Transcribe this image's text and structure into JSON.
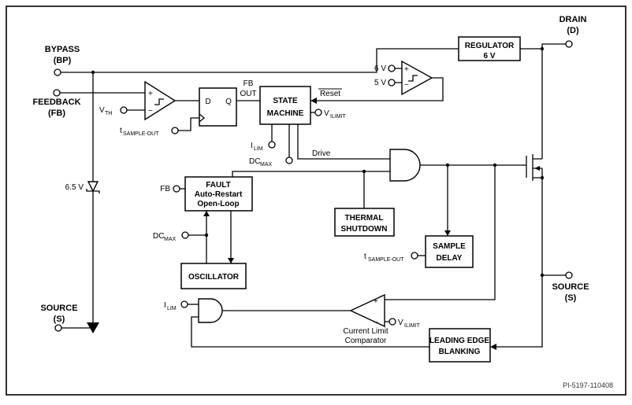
{
  "figure": {
    "part_number": "PI-5197-110408"
  },
  "pins": {
    "bypass_1": "BYPASS",
    "bypass_2": "(BP)",
    "feedback_1": "FEEDBACK",
    "feedback_2": "(FB)",
    "drain_1": "DRAIN",
    "drain_2": "(D)",
    "source_right_1": "SOURCE",
    "source_right_2": "(S)",
    "source_bottom_1": "SOURCE",
    "source_bottom_2": "(S)"
  },
  "blocks": {
    "regulator_1": "REGULATOR",
    "regulator_2": "6 V",
    "state_machine_1": "STATE",
    "state_machine_2": "MACHINE",
    "fault_1": "FAULT",
    "fault_2": "Auto-Restart",
    "fault_3": "Open-Loop",
    "oscillator": "OSCILLATOR",
    "thermal_1": "THERMAL",
    "thermal_2": "SHUTDOWN",
    "sample_delay_1": "SAMPLE",
    "sample_delay_2": "DELAY",
    "leb_1": "LEADING EDGE",
    "leb_2": "BLANKING",
    "flip_flop_d": "D",
    "flip_flop_q": "Q"
  },
  "signals": {
    "v_th_main": "V",
    "v_th_sub": "TH",
    "t_sample_main": "t",
    "t_sample_sub": "SAMPLE-OUT",
    "fb_out_1": "FB",
    "fb_out_2": "OUT",
    "reset": "Reset",
    "v_ilimit_main": "V",
    "v_ilimit_sub": "ILIMIT",
    "i_lim_main": "I",
    "i_lim_sub": "LIM",
    "dc_max_main": "DC",
    "dc_max_sub": "MAX",
    "drive": "Drive",
    "six_v": "6 V",
    "five_v": "5 V",
    "zener": "6.5 V",
    "fb": "FB",
    "cl_comp_1": "Current Limit",
    "cl_comp_2": "Comparator",
    "plus": "+",
    "minus": "−"
  }
}
